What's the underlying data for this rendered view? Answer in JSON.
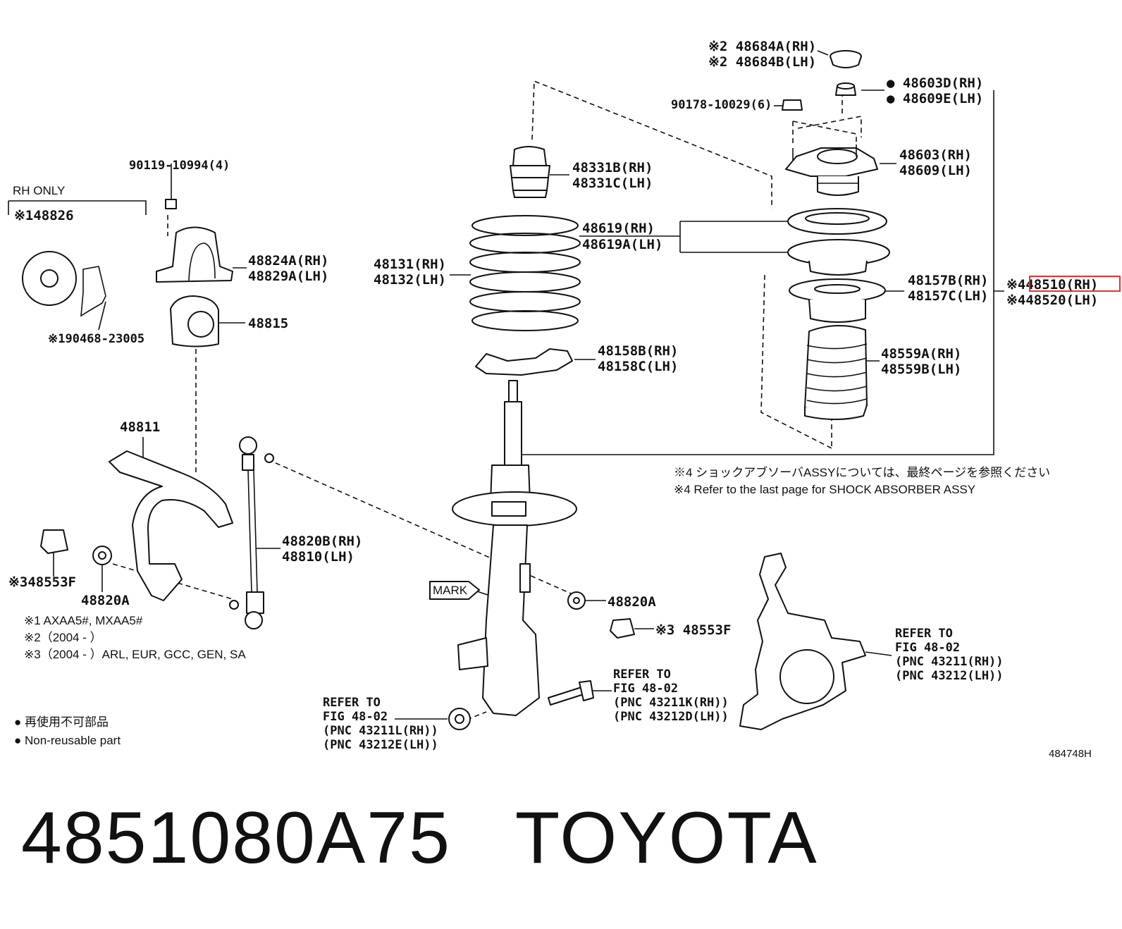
{
  "labels": {
    "p48684": [
      "※2 48684A(RH)",
      "※2 48684B(LH)"
    ],
    "p48603d": [
      "● 48603D(RH)",
      "● 48609E(LH)"
    ],
    "p90178": "90178-10029(6)",
    "p48603": [
      "48603(RH)",
      "48609(LH)"
    ],
    "p48331": [
      "48331B(RH)",
      "48331C(LH)"
    ],
    "p90119": "90119-10994(4)",
    "rh_only": "RH ONLY",
    "p48826": "※148826",
    "p48824": [
      "48824A(RH)",
      "48829A(LH)"
    ],
    "p48619": [
      "48619(RH)",
      "48619A(LH)"
    ],
    "p48131": [
      "48131(RH)",
      "48132(LH)"
    ],
    "p48157": [
      "48157B(RH)",
      "48157C(LH)"
    ],
    "p48510": [
      "※448510(RH)",
      "※448520(LH)"
    ],
    "p48815": "48815",
    "p90468": "※190468-23005",
    "p48158": [
      "48158B(RH)",
      "48158C(LH)"
    ],
    "p48559": [
      "48559A(RH)",
      "48559B(LH)"
    ],
    "p48811": "48811",
    "note4_jp": "※4 ショックアブソーバASSYについては、最終ページを参照ください",
    "note4_en": "※4 Refer to the last page for SHOCK ABSORBER ASSY",
    "p48820b": [
      "48820B(RH)",
      "48810(LH)"
    ],
    "p48553_left": "※348553F",
    "p48820a_left": "48820A",
    "mark": "MARK",
    "p48820a_right": "48820A",
    "p48553_right": "※3 48553F",
    "notes": [
      "※1 AXAA5#, MXAA5#",
      "※2（2004 -        ）",
      "※3（2004 -        ）ARL, EUR, GCC, GEN, SA"
    ],
    "refer_knuckle": [
      "REFER TO",
      "FIG 48-02",
      "(PNC 43211(RH))",
      "(PNC 43212(LH))"
    ],
    "refer_bolt": [
      "REFER TO",
      "FIG 48-02",
      "(PNC 43211K(RH))",
      "(PNC 43212D(LH))"
    ],
    "refer_nut": [
      "REFER TO",
      "FIG 48-02",
      "(PNC 43211L(RH))",
      "(PNC 43212E(LH))"
    ],
    "legend": [
      "● 再使用不可部品",
      "● Non-reusable part"
    ],
    "fig_id": "484748H"
  },
  "caption": "4851080A75   TOYOTA"
}
